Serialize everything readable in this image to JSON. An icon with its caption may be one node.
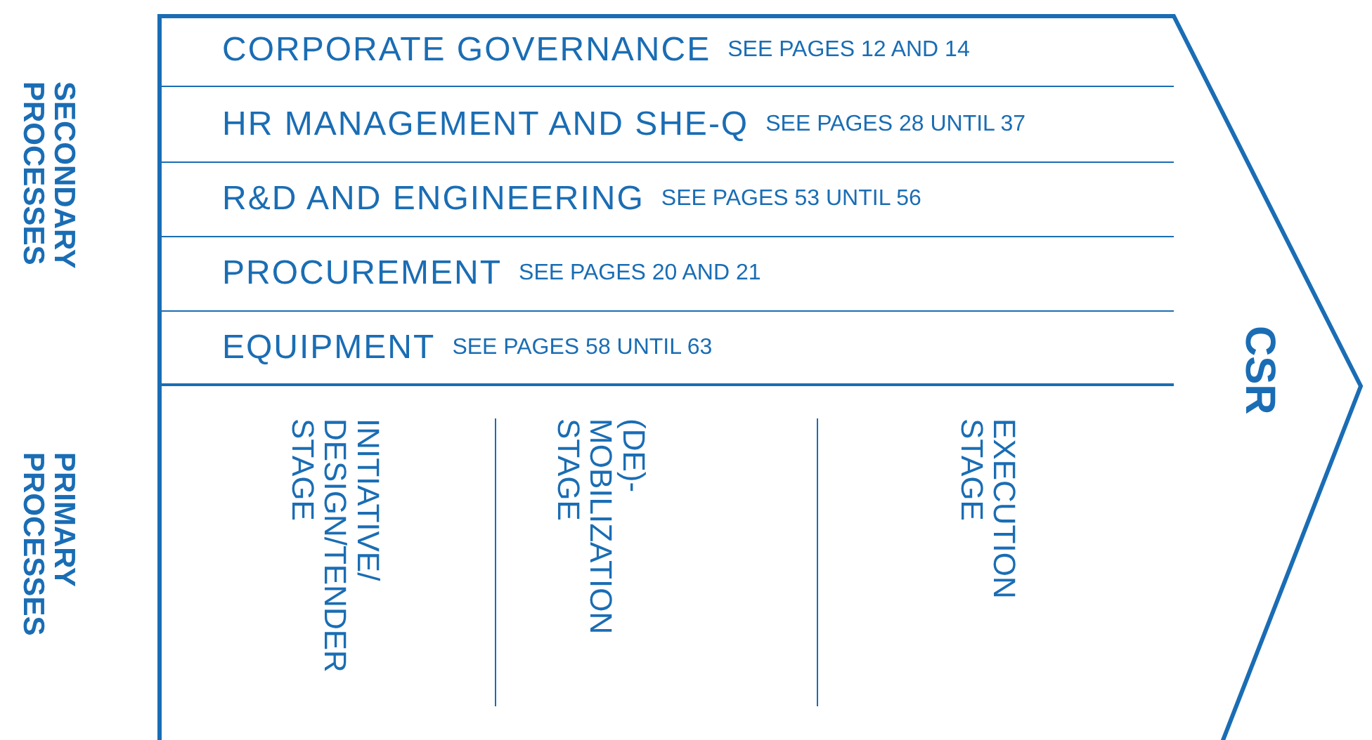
{
  "diagram": {
    "nodes": [
      {
        "text": [
          "CSR"
        ]
      },
      {
        "text": [
          "CORPORATE GOVERNANCE",
          "SEE PAGES 12 AND 14"
        ],
        "in": 0
      },
      {
        "text": [
          "HR MANAGEMENT AND SHE-Q",
          "SEE PAGES 28 UNTIL 37"
        ],
        "in": 0
      },
      {
        "text": [
          "R&D AND ENGINEERING",
          "SEE PAGES 53 UNTIL 56"
        ],
        "in": 0
      },
      {
        "text": [
          "PROCUREMENT",
          "SEE PAGES 20 AND 21"
        ],
        "in": 0
      },
      {
        "text": [
          "EQUIPMENT",
          "SEE PAGES 58 UNTIL 63"
        ],
        "in": 0
      }
    ],
    "edges": [],
    "labels": [
      "SECONDARY PROCESSES",
      "PRIMARY PROCESSES",
      "INITIATIVE/ DESIGN/TENDER STAGE",
      "(DE)-MOBILIZATION STAGE",
      "EXECUTION STAGE"
    ]
  }
}
